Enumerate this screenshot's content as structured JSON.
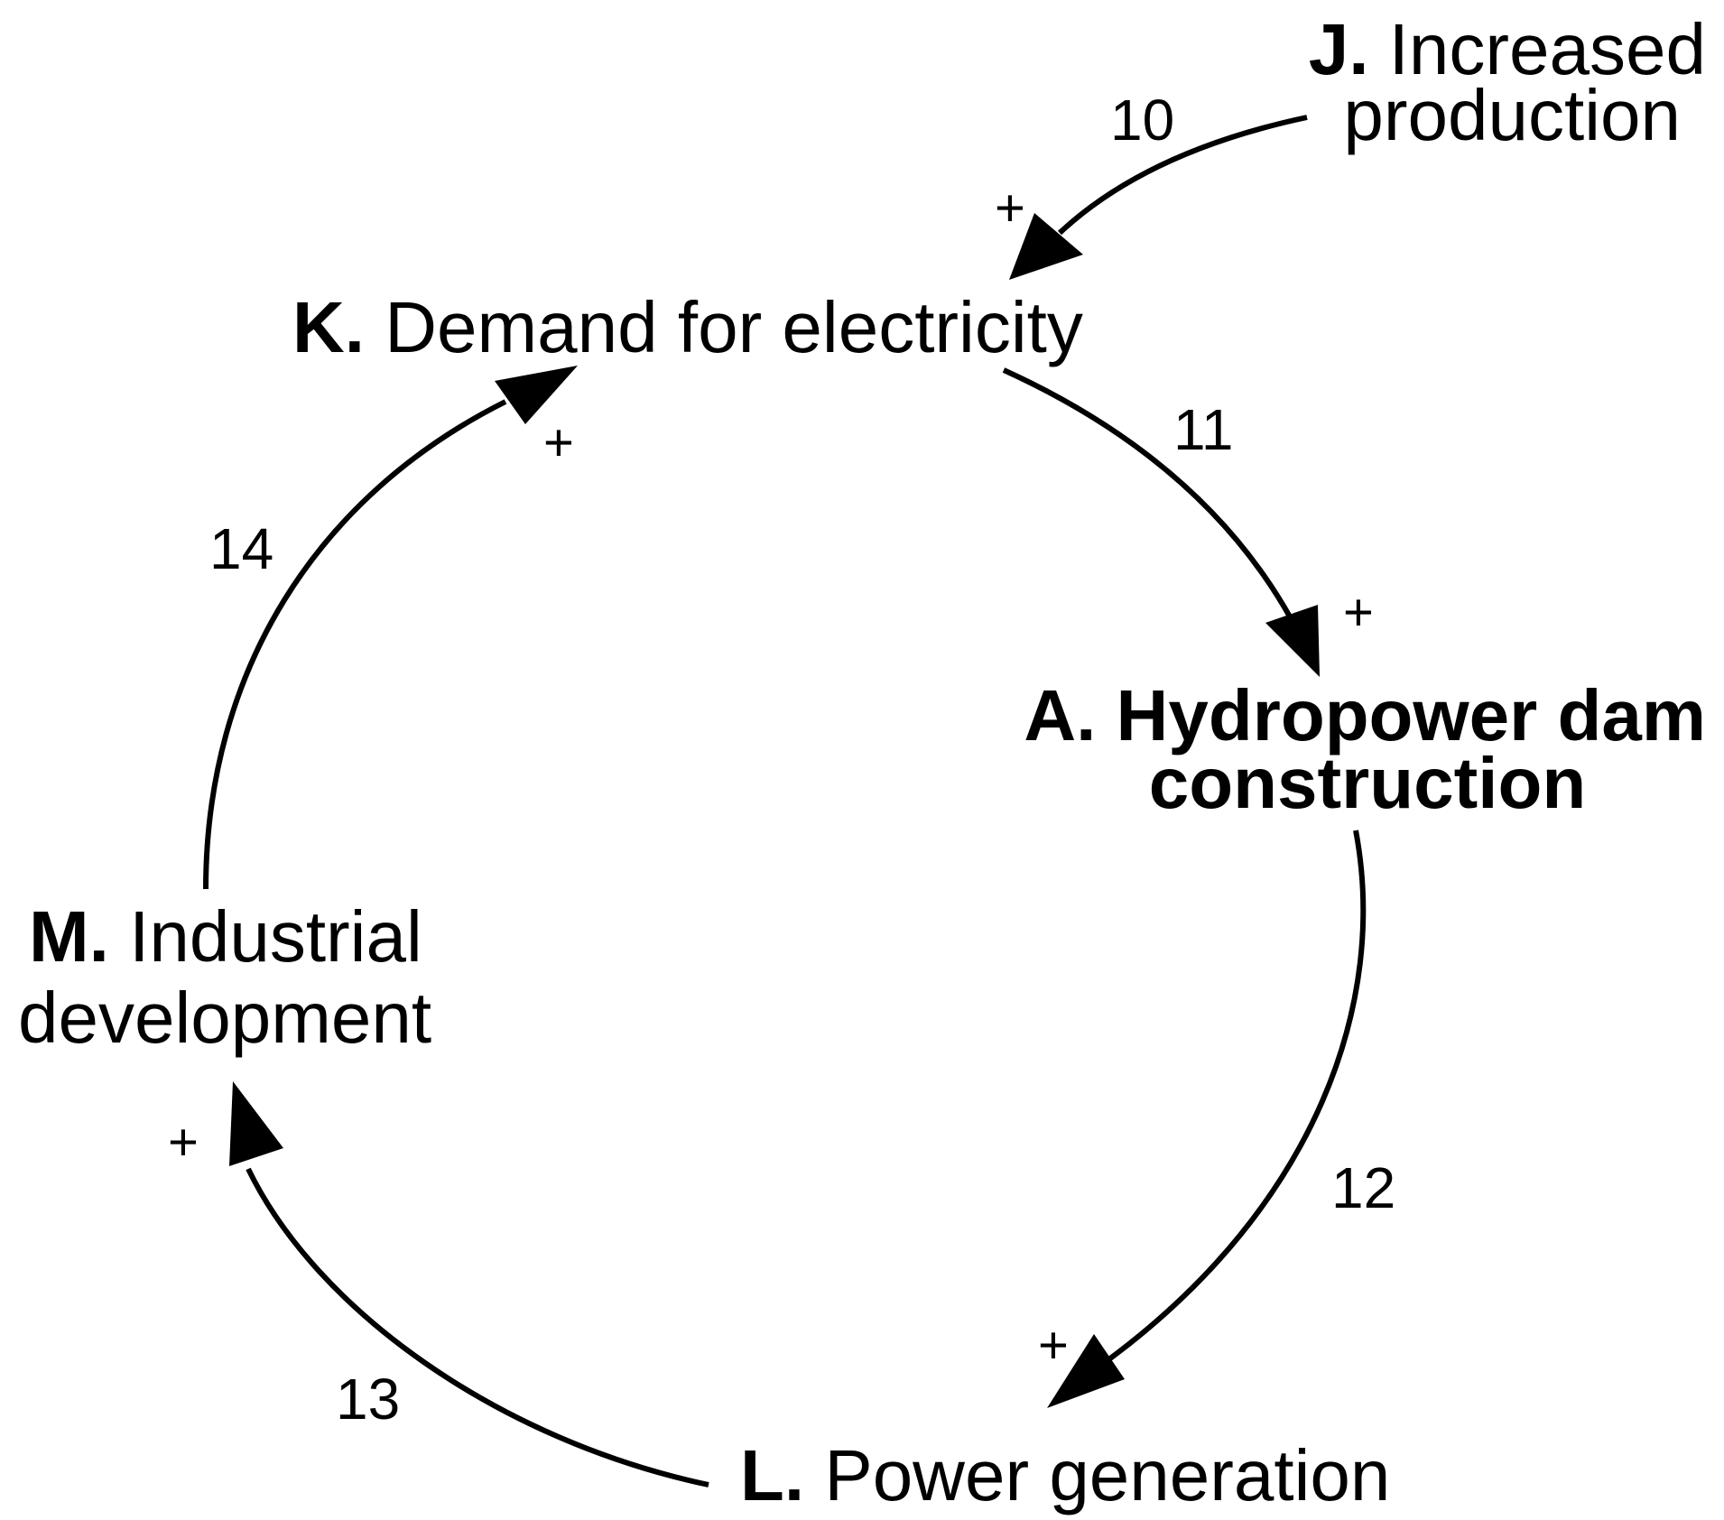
{
  "nodes": {
    "j": {
      "letter": "J.",
      "line1": "Increased",
      "line2": "production"
    },
    "k": {
      "letter": "K.",
      "text": "Demand for electricity"
    },
    "a": {
      "line1": "A. Hydropower dam",
      "line2": "construction"
    },
    "m": {
      "letter": "M.",
      "line1": "Industrial",
      "line2": "development"
    },
    "l": {
      "letter": "L.",
      "text": "Power generation"
    }
  },
  "links": [
    {
      "from": "J",
      "to": "K",
      "number": "10",
      "polarity": "+"
    },
    {
      "from": "K",
      "to": "A",
      "number": "11",
      "polarity": "+"
    },
    {
      "from": "A",
      "to": "L",
      "number": "12",
      "polarity": "+"
    },
    {
      "from": "L",
      "to": "M",
      "number": "13",
      "polarity": "+"
    },
    {
      "from": "M",
      "to": "K",
      "number": "14",
      "polarity": "+"
    }
  ]
}
